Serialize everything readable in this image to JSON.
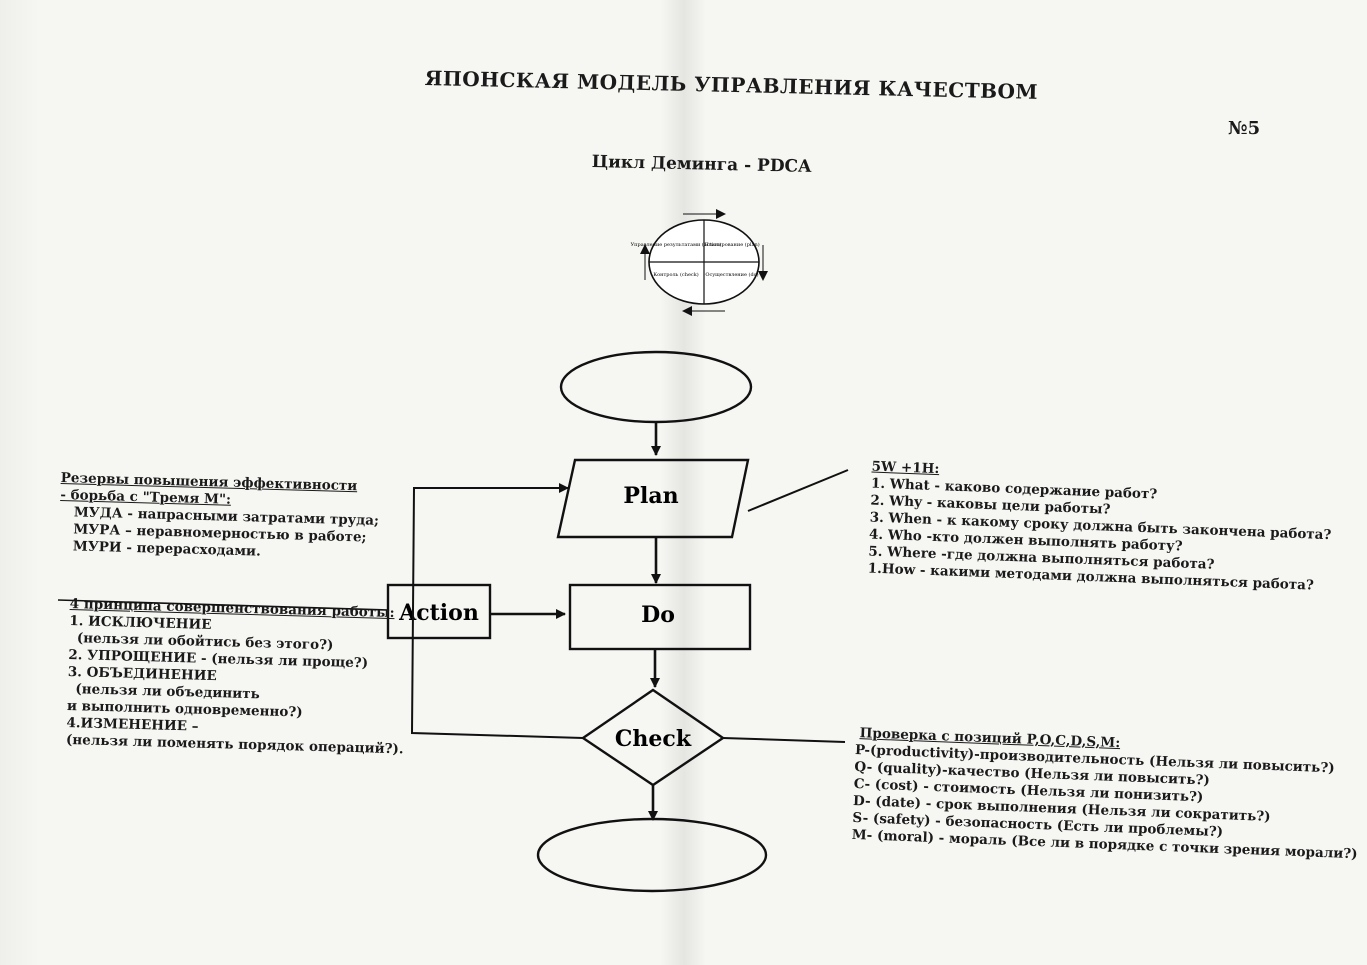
{
  "page": {
    "title": "ЯПОНСКАЯ МОДЕЛЬ УПРАВЛЕНИЯ КАЧЕСТВОМ",
    "number": "№5",
    "subtitle": "Цикл Деминга - PDCA"
  },
  "cycle_wheel": {
    "quadrants": [
      {
        "text": "Управление результатами (action)"
      },
      {
        "text": "Планирование (plan)"
      },
      {
        "text": "Контроль (check)"
      },
      {
        "text": "Осуществление (do)"
      }
    ]
  },
  "flowchart": {
    "start": "",
    "plan": "Plan",
    "do": "Do",
    "check": "Check",
    "action": "Action",
    "end": ""
  },
  "reserves": {
    "heading_1": "Резервы повышения эффективности",
    "heading_2": "- борьба с \"Тремя М\":",
    "items": [
      "МУДА - напрасными затратами труда;",
      "МУРА – неравномерностью в работе;",
      "МУРИ - перерасходами."
    ]
  },
  "principles": {
    "heading": "4 принципа совершенствования работы:",
    "lines": [
      "1. ИСКЛЮЧЕНИЕ",
      "(нельзя ли обойтись без этого?)",
      "2. УПРОЩЕНИЕ - (нельзя ли проще?)",
      "3. ОБЪЕДИНЕНИЕ",
      "(нельзя ли объединить",
      "и выполнить одновременно?)",
      "4.ИЗМЕНЕНИЕ –",
      "(нельзя ли поменять порядок операций?)."
    ]
  },
  "five_w": {
    "heading": "5W +1H:",
    "items": [
      "1. What - каково содержание работ?",
      "2. Why - каковы цели работы?",
      "3. When - к какому сроку должна быть закончена работа?",
      "4. Who -кто должен выполнять работу?",
      "5. Where -где должна выполняться работа?",
      "1.How - какими методами должна выполняться работа?"
    ]
  },
  "pocdsm": {
    "heading": "Проверка с позиций P,O,C,D,S,M:",
    "items": [
      "P-(productivity)-производительность (Нельзя ли повысить?)",
      "Q- (quality)-качество (Нельзя ли повысить?)",
      "C- (cost) - стоимость (Нельзя ли понизить?)",
      "D- (date) - срок выполнения (Нельзя ли сократить?)",
      "S- (safety) - безопасность (Есть ли проблемы?)",
      "M- (moral) - мораль (Все ли в порядке с точки зрения морали?)"
    ]
  }
}
